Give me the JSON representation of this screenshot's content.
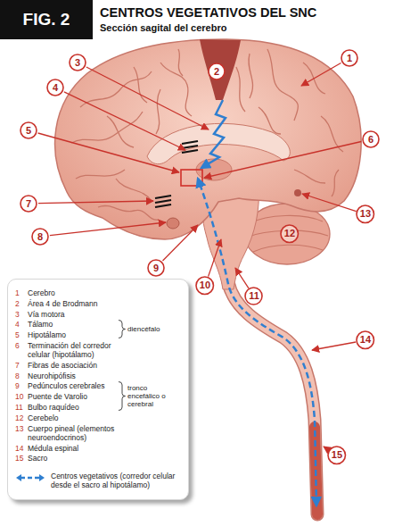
{
  "diagram": {
    "title": "CENTROS VEGETATIVOS DEL SNC",
    "nodes": [
      {
        "text": [
          "FIG. 2"
        ]
      },
      {
        "text": [
          "1"
        ]
      },
      {
        "text": [
          "2"
        ]
      },
      {
        "text": [
          "3"
        ]
      },
      {
        "text": [
          "4"
        ]
      },
      {
        "text": [
          "5"
        ]
      },
      {
        "text": [
          "6"
        ]
      },
      {
        "text": [
          "7"
        ]
      },
      {
        "text": [
          "8"
        ]
      },
      {
        "text": [
          "9"
        ]
      },
      {
        "text": [
          "10"
        ]
      },
      {
        "text": [
          "11"
        ]
      },
      {
        "text": [
          "12"
        ]
      },
      {
        "text": [
          "13"
        ]
      },
      {
        "text": [
          "14"
        ]
      },
      {
        "text": [
          "15"
        ]
      },
      {
        "text": [
          "1",
          "Cerebro",
          "2",
          "Área 4 de Brodmann",
          "3",
          "Vía motora",
          "4",
          "Tálamo",
          "5",
          "Hipotálamo",
          "6",
          "Terminación del corredor celular (hipotálamo)",
          "7",
          "Fibras de asociación",
          "8",
          "Neurohipófisis",
          "9",
          "Pedúnculos cerebrales",
          "10",
          "Puente de Varolio",
          "11",
          "Bulbo raquídeo",
          "12",
          "Cerebelo",
          "13",
          "Cuerpo pineal (elementos neuroendocrinos)",
          "14",
          "Médula espinal",
          "15",
          "Sacro",
          "diencéfalo",
          "tronco encefálico o cerebral"
        ]
      }
    ],
    "labels": [
      "Sección sagital del cerebro"
    ],
    "legend": [
      {
        "text": "Centros vegetativos (corredor celular desde el sacro al hipotálamo)"
      }
    ]
  }
}
